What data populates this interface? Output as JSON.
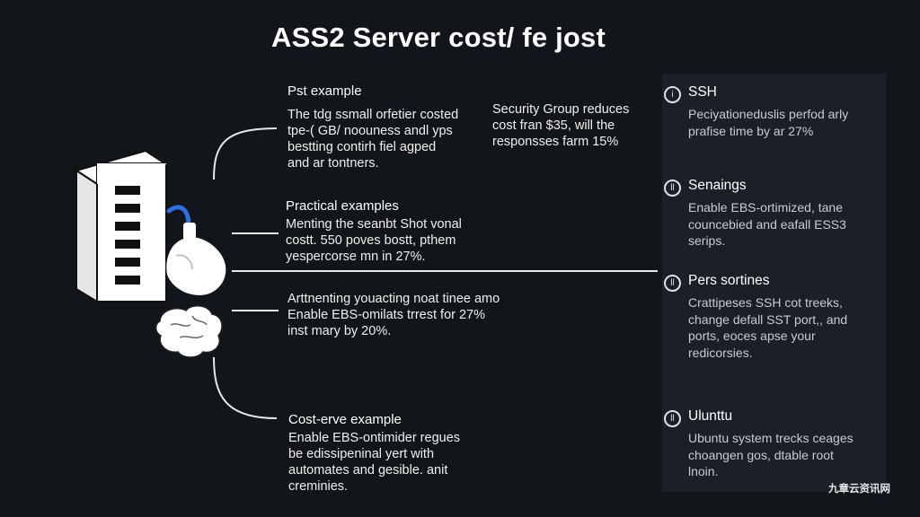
{
  "title": "ASS2 Server cost/ fe jost",
  "blocks": {
    "b1": {
      "head": "Pst example",
      "body": "The tdg ssmall orfetier costed\ntpe-( GB/ noouness andl yps\nbestting contirh fiel agped\nand ar tontners."
    },
    "b2": {
      "head": "",
      "body": "Security Group reduces\ncost fran $35, will the\nresponsses farm 15%"
    },
    "b3": {
      "head": "Practical examples",
      "body": "Menting the seanbt Shot vonal\ncostt. 550 poves bostt, pthem\nyespercorse mn in 27%."
    },
    "b4": {
      "head": "",
      "body": "Arttnenting youacting noat tinee amo\nEnable EBS-omilats trrest for 27%\ninst mary by 20%."
    },
    "b5": {
      "head": "Cost-erve example",
      "body": "Enable EBS-ontimider regues\nbe edissipeninal yert with\nautomates and gesible. anit\ncreminies."
    }
  },
  "panel": {
    "items": [
      {
        "icon": "info-icon",
        "glyph": "i",
        "label": "SSH",
        "text": "Peciyationeduslis perfod arly\nprafise time by ar 27%"
      },
      {
        "icon": "pause-icon",
        "glyph": "ll",
        "label": "Senaings",
        "text": "Enable EBS-ortimized, tane\ncouncebied and eafall ESS3\nserips."
      },
      {
        "icon": "pause-icon",
        "glyph": "ll",
        "label": "Pers sortines",
        "text": "Crattipeses SSH cot treeks,\nchange defall SST port,, and\nports, eoces apse your\nredicorsies."
      },
      {
        "icon": "pause-icon",
        "glyph": "ll",
        "label": "Ulunttu",
        "text": "Ubuntu system trecks ceages\nchoangen gos, dtable root\nlnoin."
      }
    ]
  },
  "watermark": "九章云资讯网",
  "colors": {
    "background": "#121519",
    "panel": "#1c2026",
    "accent": "#2e6fe0"
  }
}
